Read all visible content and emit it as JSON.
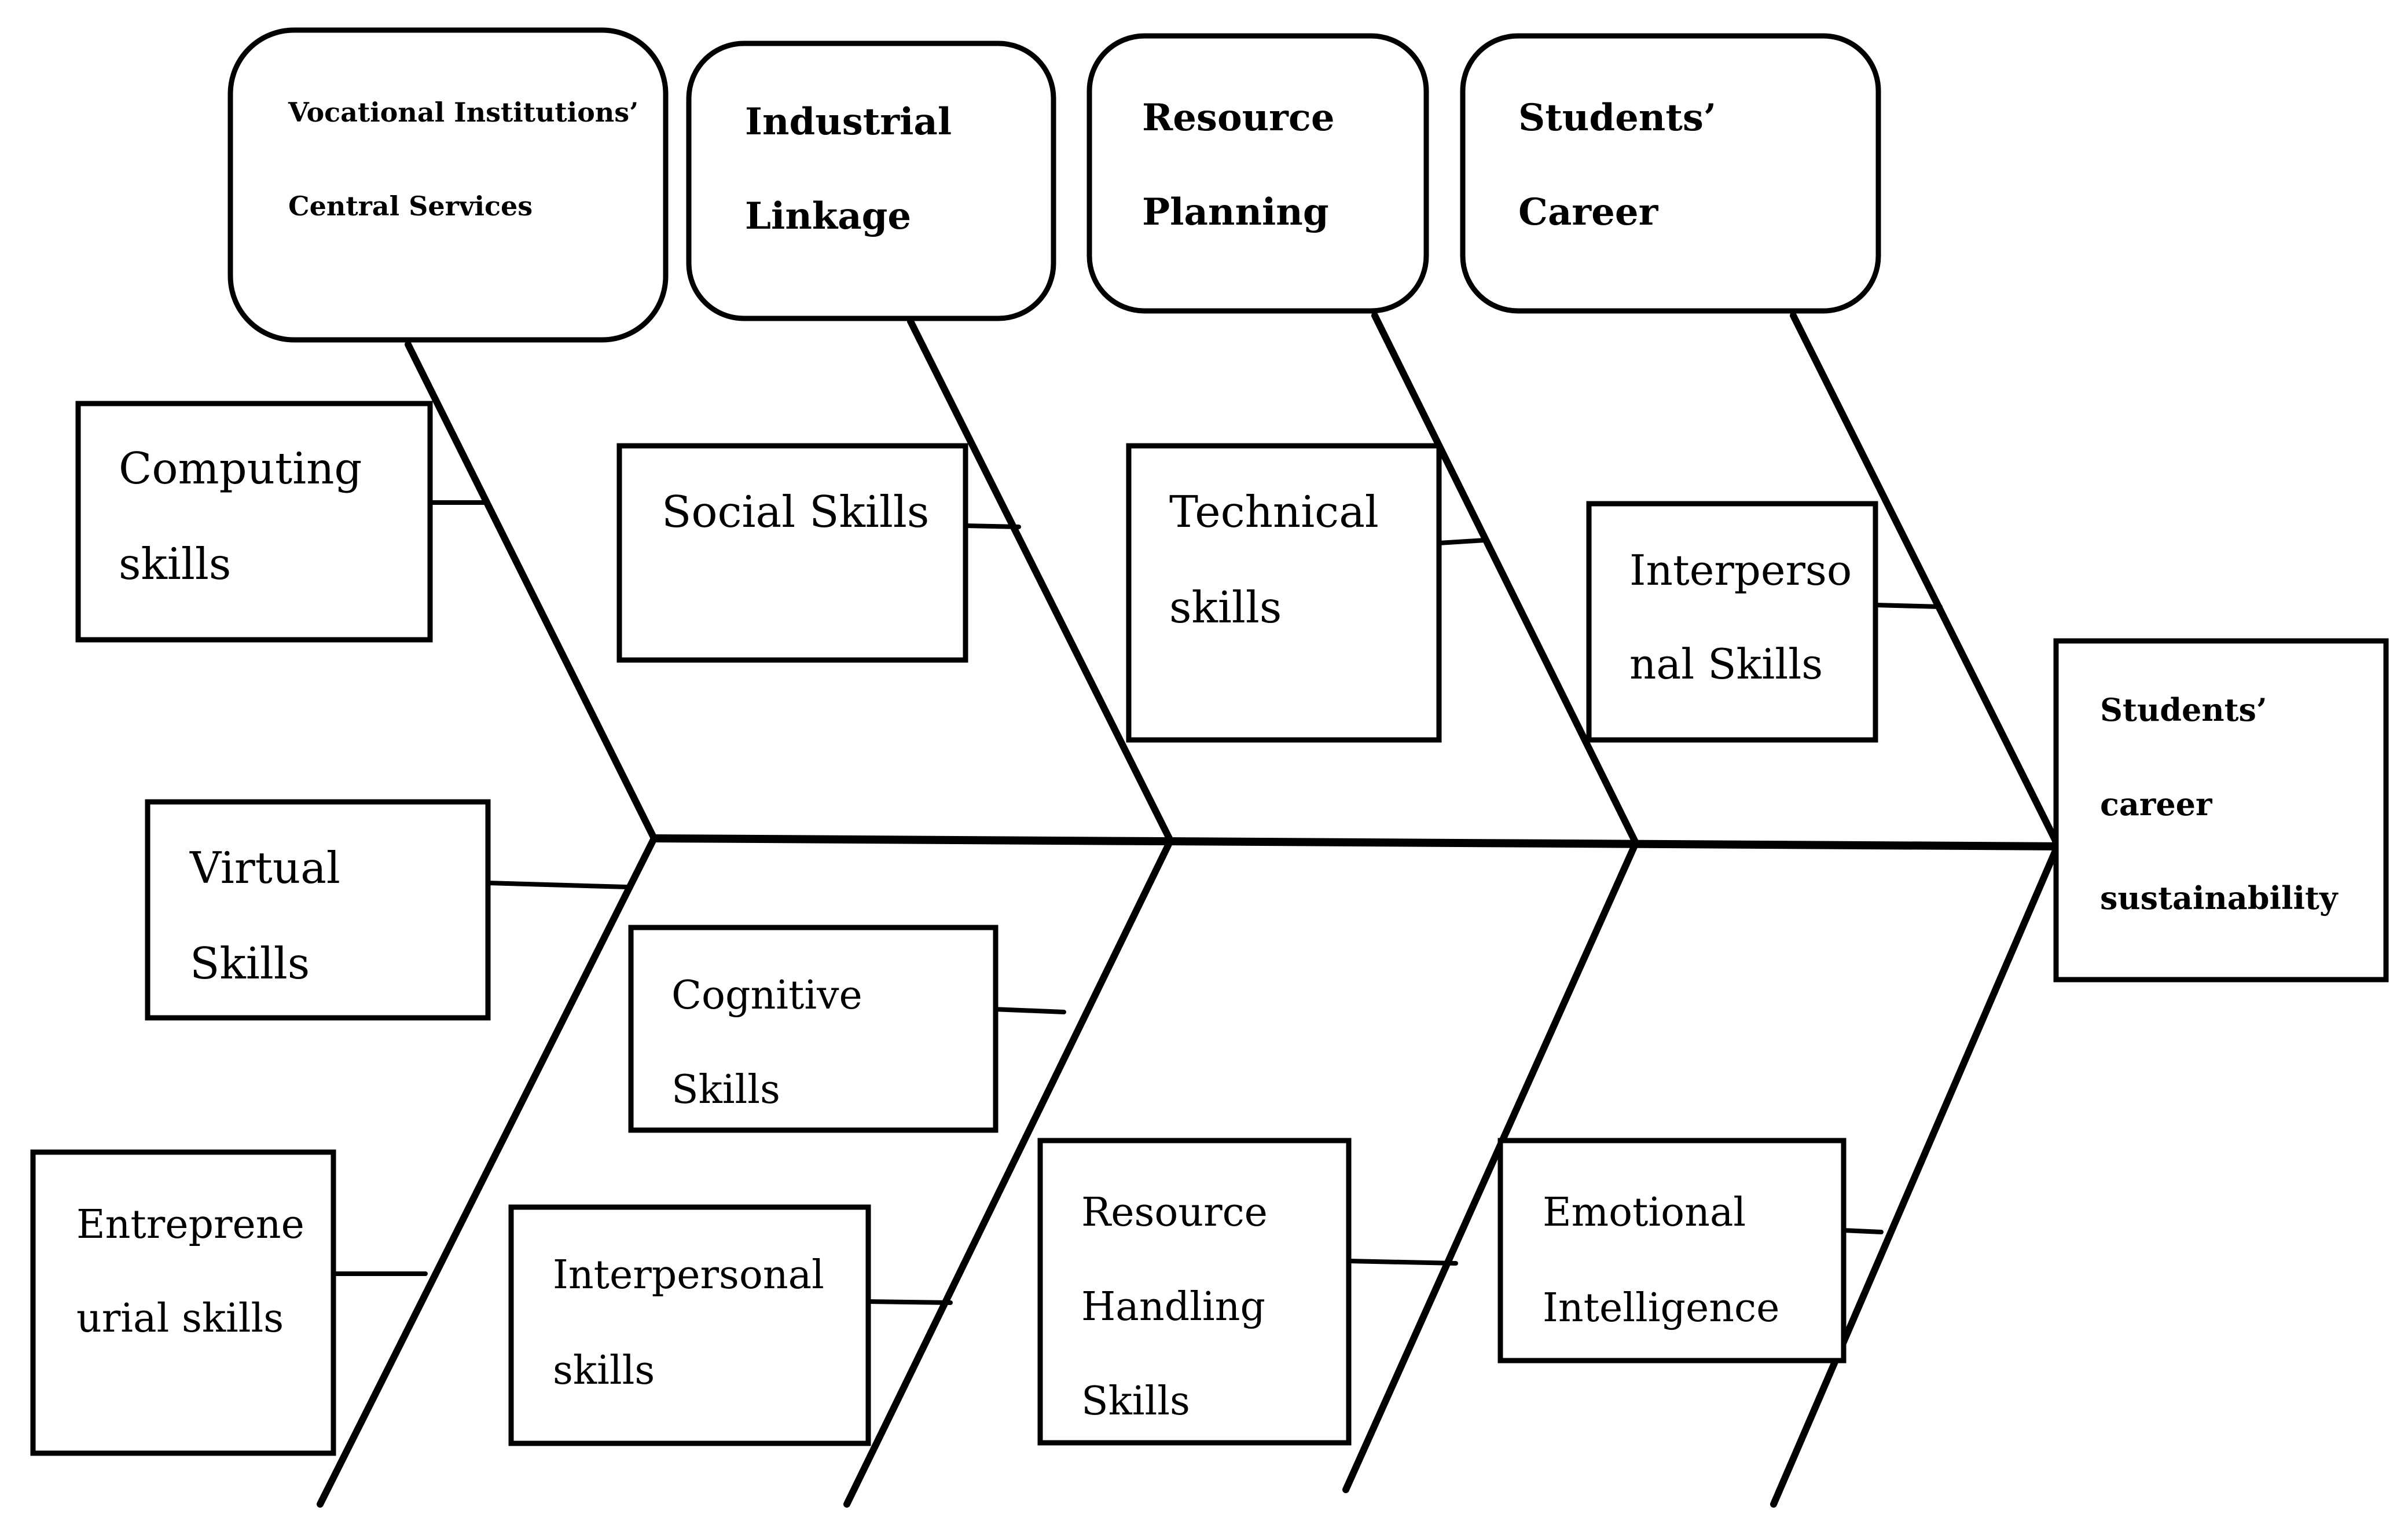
{
  "diagram": {
    "type": "fishbone",
    "categories": [
      {
        "id": "vocational",
        "lines": [
          "Vocational Institutions’",
          "Central Services"
        ]
      },
      {
        "id": "industrial",
        "lines": [
          "Industrial",
          "Linkage"
        ]
      },
      {
        "id": "resource",
        "lines": [
          "Resource",
          "Planning"
        ]
      },
      {
        "id": "students",
        "lines": [
          "Students’",
          "Career"
        ]
      }
    ],
    "causes": {
      "upper": [
        {
          "id": "computing",
          "category": "vocational",
          "lines": [
            "Computing",
            "skills"
          ]
        },
        {
          "id": "social",
          "category": "industrial",
          "lines": [
            "Social Skills"
          ]
        },
        {
          "id": "technical",
          "category": "resource",
          "lines": [
            "Technical",
            "skills"
          ]
        },
        {
          "id": "interpersonal-upper",
          "category": "students",
          "lines": [
            "Interperso",
            "nal Skills"
          ]
        }
      ],
      "lower": [
        {
          "id": "virtual",
          "lines": [
            "Virtual",
            "Skills"
          ]
        },
        {
          "id": "entrepreneurial",
          "lines": [
            "Entreprene",
            "urial skills"
          ]
        },
        {
          "id": "cognitive",
          "lines": [
            "Cognitive",
            "Skills"
          ]
        },
        {
          "id": "interpersonal-lower",
          "lines": [
            "Interpersonal",
            "skills"
          ]
        },
        {
          "id": "resource-handling",
          "lines": [
            "Resource",
            "Handling",
            "Skills"
          ]
        },
        {
          "id": "emotional",
          "lines": [
            "Emotional",
            "Intelligence"
          ]
        }
      ]
    },
    "effect": {
      "lines": [
        "Students’",
        "career",
        "sustainability"
      ]
    }
  }
}
